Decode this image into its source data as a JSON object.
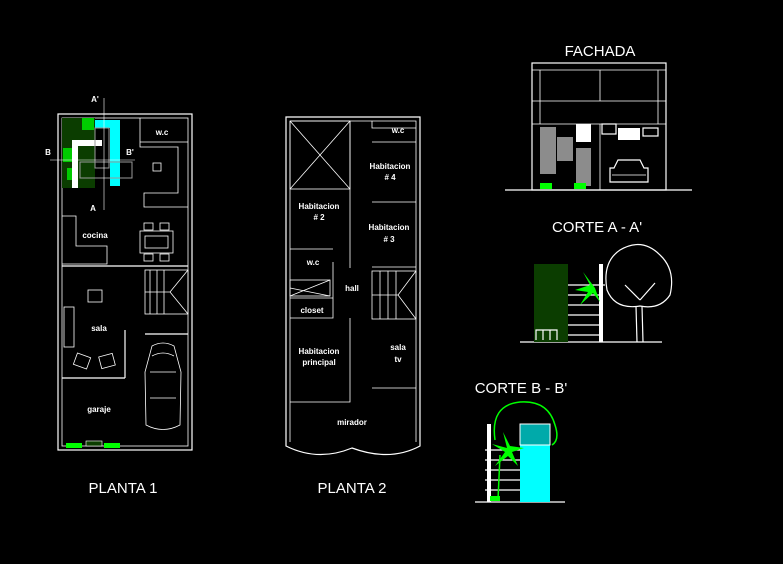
{
  "drawing": {
    "colors": {
      "background": "#000000",
      "lines": "#ffffff",
      "vegetation": "#00ff00",
      "dark_vegetation": "#0b3d00",
      "glass": "#00ffff",
      "gray": "#9a9a9a"
    },
    "planta1": {
      "title": "PLANTA 1",
      "rooms": {
        "wc": "w.c",
        "cocina": "cocina",
        "sala": "sala",
        "garaje": "garaje"
      },
      "section_marks": {
        "a_prime": "A'",
        "a": "A",
        "b": "B",
        "b_prime": "B'"
      }
    },
    "planta2": {
      "title": "PLANTA 2",
      "rooms": {
        "wc_top": "w.c",
        "hab4_l1": "Habitacion",
        "hab4_l2": "# 4",
        "hab2_l1": "Habitacion",
        "hab2_l2": "# 2",
        "hab3_l1": "Habitacion",
        "hab3_l2": "# 3",
        "wc_left": "w.c",
        "hall": "hall",
        "closet": "closet",
        "principal_l1": "Habitacion",
        "principal_l2": "principal",
        "salatv_l1": "sala",
        "salatv_l2": "tv",
        "mirador": "mirador"
      }
    },
    "fachada": {
      "title": "FACHADA"
    },
    "corte_a": {
      "title": "CORTE A - A'"
    },
    "corte_b": {
      "title": "CORTE B - B'"
    }
  }
}
